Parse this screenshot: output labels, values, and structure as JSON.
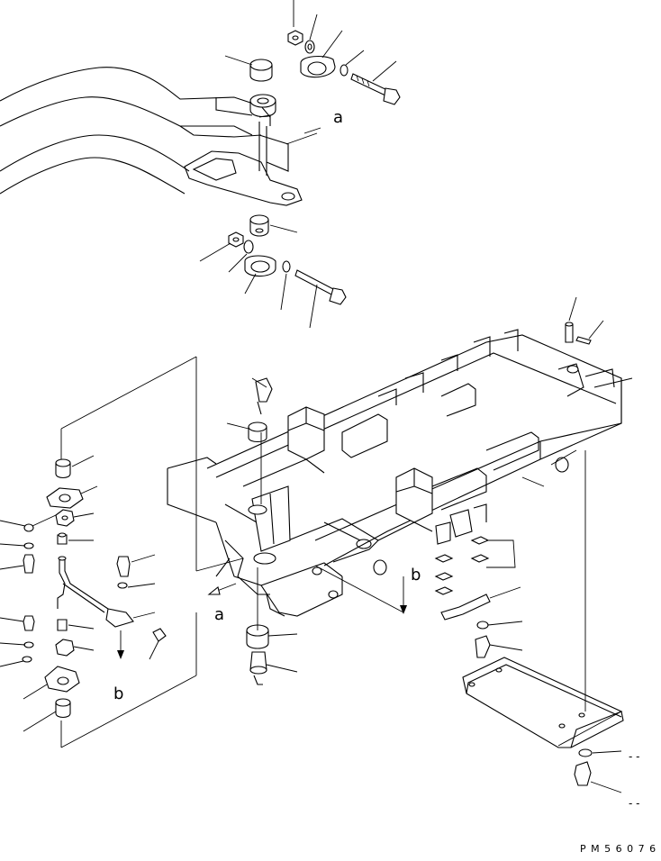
{
  "drawing": {
    "callout_a": "a",
    "callout_b": "b",
    "dash_marker": "- -",
    "drawing_number": "P M 5 6 0 7 6"
  },
  "palette": {
    "line": "#000000",
    "background": "#ffffff"
  }
}
